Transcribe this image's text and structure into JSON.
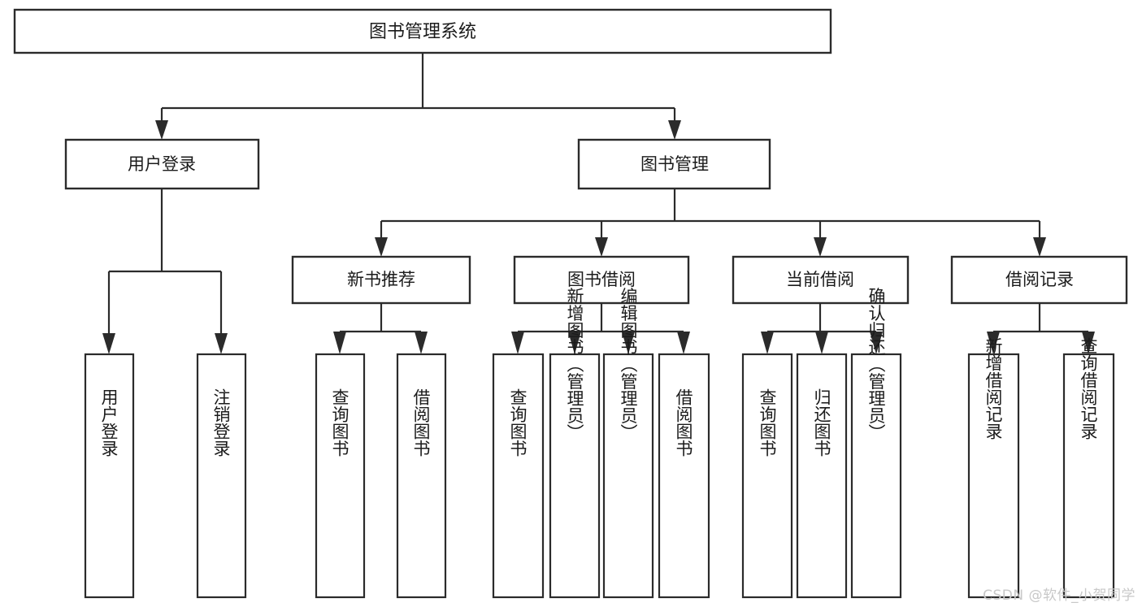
{
  "diagram": {
    "title": "图书管理系统",
    "watermark": "CSDN @软件_小贺同学",
    "type": "tree",
    "orientation": "top-down",
    "colors": {
      "box_stroke": "#2b2b2b",
      "box_fill": "#ffffff",
      "connector": "#2b2b2b",
      "text": "#1b1b1b",
      "watermark": "#c8c8c8",
      "background": "#ffffff"
    },
    "root": {
      "label": "图书管理系统",
      "children": [
        {
          "label": "用户登录",
          "children": [
            {
              "label": "用户登录"
            },
            {
              "label": "注销登录"
            }
          ]
        },
        {
          "label": "图书管理",
          "children": [
            {
              "label": "新书推荐",
              "children": [
                {
                  "label": "查询图书"
                },
                {
                  "label": "借阅图书"
                }
              ]
            },
            {
              "label": "图书借阅",
              "children": [
                {
                  "label": "查询图书"
                },
                {
                  "label": "新增图书（管理员）"
                },
                {
                  "label": "编辑图书（管理员）"
                },
                {
                  "label": "借阅图书"
                }
              ]
            },
            {
              "label": "当前借阅",
              "children": [
                {
                  "label": "查询图书"
                },
                {
                  "label": "归还图书"
                },
                {
                  "label": "确认归还（管理员）"
                }
              ]
            },
            {
              "label": "借阅记录",
              "children": [
                {
                  "label": "新增借阅记录"
                },
                {
                  "label": "查询借阅记录"
                }
              ]
            }
          ]
        }
      ]
    },
    "nodes": {
      "root_title": "图书管理系统",
      "level1": [
        {
          "id": "user-login",
          "label": "用户登录"
        },
        {
          "id": "book-manage",
          "label": "图书管理"
        }
      ],
      "level2": [
        {
          "id": "new-book-recommend",
          "label": "新书推荐"
        },
        {
          "id": "book-borrow",
          "label": "图书借阅"
        },
        {
          "id": "current-borrow",
          "label": "当前借阅"
        },
        {
          "id": "borrow-record",
          "label": "借阅记录"
        }
      ],
      "leaves": [
        {
          "id": "leaf-user-login",
          "label": "用户登录"
        },
        {
          "id": "leaf-logout",
          "label": "注销登录"
        },
        {
          "id": "leaf-query-book-1",
          "label": "查询图书"
        },
        {
          "id": "leaf-borrow-book-1",
          "label": "借阅图书"
        },
        {
          "id": "leaf-query-book-2",
          "label": "查询图书"
        },
        {
          "id": "leaf-add-book",
          "label": "新增图书（管理员）"
        },
        {
          "id": "leaf-edit-book",
          "label": "编辑图书（管理员）"
        },
        {
          "id": "leaf-borrow-book-2",
          "label": "借阅图书"
        },
        {
          "id": "leaf-query-book-3",
          "label": "查询图书"
        },
        {
          "id": "leaf-return-book",
          "label": "归还图书"
        },
        {
          "id": "leaf-confirm-return",
          "label": "确认归还（管理员）"
        },
        {
          "id": "leaf-add-record",
          "label": "新增借阅记录"
        },
        {
          "id": "leaf-query-record",
          "label": "查询借阅记录"
        }
      ]
    }
  }
}
